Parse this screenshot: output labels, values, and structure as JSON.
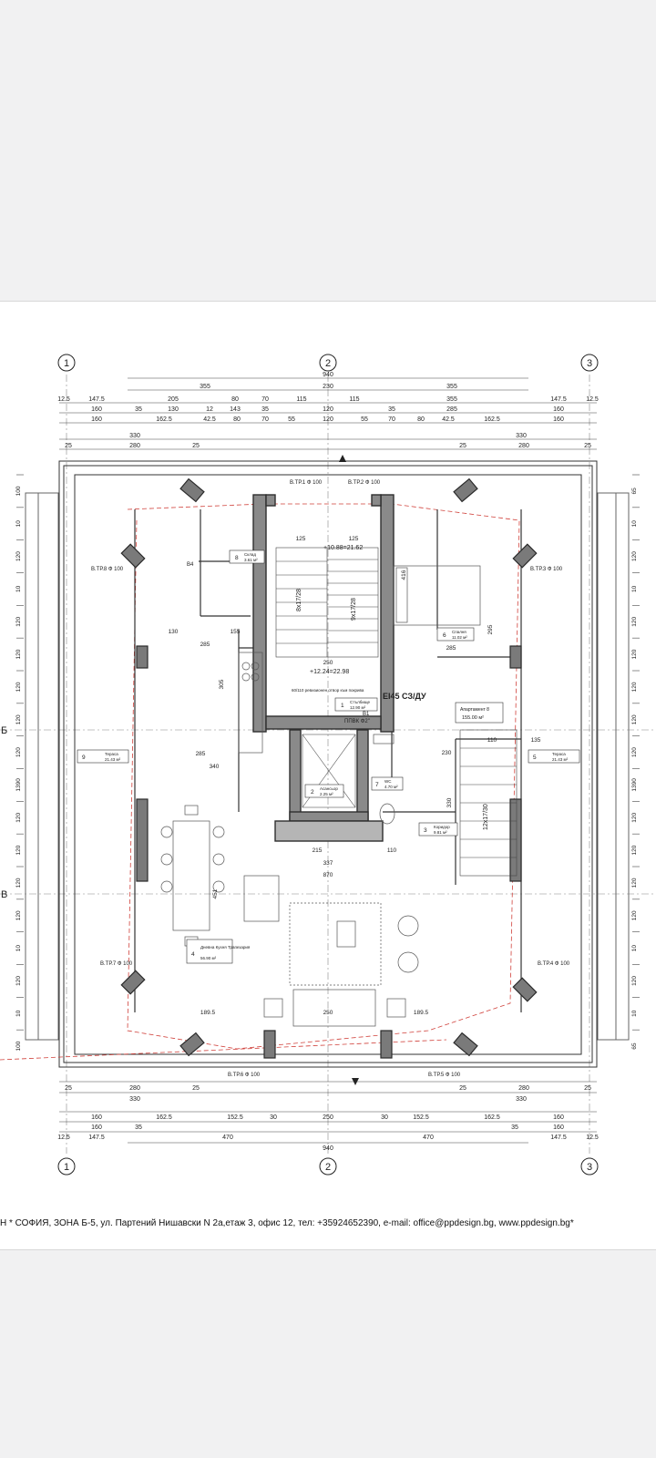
{
  "axes": {
    "top": [
      "1",
      "2",
      "3"
    ],
    "bottom": [
      "1",
      "2",
      "3"
    ],
    "left_section_letters": [
      "Б",
      "В"
    ]
  },
  "dims_top": {
    "row1": [
      "940"
    ],
    "row2": [
      "355",
      "230",
      "355"
    ],
    "row3": [
      "12.5",
      "147.5",
      "205",
      "80",
      "70",
      "115",
      "115",
      "355",
      "147.5",
      "12.5"
    ],
    "row4": [
      "160",
      "35",
      "130",
      "12",
      "143",
      "35",
      "120",
      "35",
      "285",
      "160"
    ],
    "row5": [
      "160",
      "162.5",
      "42.5",
      "80",
      "70",
      "55",
      "120",
      "55",
      "70",
      "80",
      "42.5",
      "162.5",
      "160"
    ],
    "row6": [
      "330",
      "330"
    ],
    "row7": [
      "25",
      "280",
      "25",
      "25",
      "280",
      "25"
    ]
  },
  "dims_bottom": {
    "row1": [
      "25",
      "280",
      "25",
      "25",
      "280",
      "25"
    ],
    "row2": [
      "330",
      "330"
    ],
    "row3": [
      "160",
      "162.5",
      "152.5",
      "30",
      "250",
      "30",
      "152.5",
      "162.5",
      "160"
    ],
    "row4": [
      "160",
      "35",
      "35",
      "160"
    ],
    "row5": [
      "12.5",
      "147.5",
      "470",
      "470",
      "147.5",
      "12.5"
    ],
    "row6": [
      "940"
    ]
  },
  "dims_left": [
    "100",
    "10",
    "120",
    "10",
    "120",
    "120",
    "120",
    "120",
    "120",
    "1390",
    "120",
    "120",
    "120",
    "120",
    "10",
    "120",
    "10",
    "100"
  ],
  "dims_right": [
    "65",
    "10",
    "120",
    "10",
    "120",
    "120",
    "120",
    "120",
    "120",
    "1390",
    "120",
    "120",
    "120",
    "120",
    "10",
    "120",
    "10",
    "65"
  ],
  "rooms": [
    {
      "num": "1",
      "name": "Стълбище",
      "area": "12.90 м²"
    },
    {
      "num": "2",
      "name": "Асансьор",
      "area": "2.25 м²"
    },
    {
      "num": "3",
      "name": "Коридор",
      "area": "9.81 м²"
    },
    {
      "num": "4",
      "name": "Дневна Кухня Трапезария",
      "area": "56.90 м²"
    },
    {
      "num": "5",
      "name": "Тераса",
      "area": "21.43 м²"
    },
    {
      "num": "6",
      "name": "Спалня",
      "area": "11.02 м²"
    },
    {
      "num": "7",
      "name": "WC",
      "area": "4.70 м²"
    },
    {
      "num": "8",
      "name": "Склад",
      "area": "3.61 м²"
    },
    {
      "num": "9",
      "name": "Тераса",
      "area": "21.43 м²"
    }
  ],
  "apartment": {
    "name": "Апартамент 8",
    "area": "155.00 м²"
  },
  "drainpipes": [
    "В.ТР.1 Ф 100",
    "В.ТР.2 Ф 100",
    "В.ТР.3 Ф 100",
    "В.ТР.4 Ф 100",
    "В.ТР.5 Ф 100",
    "В.ТР.6 Ф 100",
    "В.ТР.7 Ф 100",
    "В.ТР.8 Ф 100"
  ],
  "notes": {
    "fire_door": "EI45 СЗ/ДУ",
    "level_top": "+10.88=21.62",
    "level_mid": "+12.24=22.98",
    "stair1": "8x17/28",
    "stair2": "9x17/28",
    "stair3": "12x17/30",
    "revision": "60/110 ревизионен отвор към покрива",
    "ppvk": "ППВК Ф2\"",
    "b4": "В4",
    "b1": "В1"
  },
  "inner_dims": [
    "125",
    "125",
    "250",
    "215",
    "110",
    "337",
    "870",
    "285",
    "340",
    "285",
    "155",
    "130",
    "305",
    "451",
    "189.5",
    "250",
    "189.5",
    "416",
    "295",
    "285",
    "330",
    "230",
    "110",
    "135"
  ],
  "footer": "Н * СОФИЯ, ЗОНА Б-5, ул. Партений Нишавски N 2а,етаж 3, офис 12, тел: +35924652390, e-mail: office@ppdesign.bg,  www.ppdesign.bg*",
  "colors": {
    "wall": "#3f3f3f",
    "wall_fill": "#8a8a8a",
    "line": "#333333",
    "red_dash": "#d0403a",
    "page_bg": "#f1f1f2",
    "sheet_bg": "#ffffff"
  }
}
